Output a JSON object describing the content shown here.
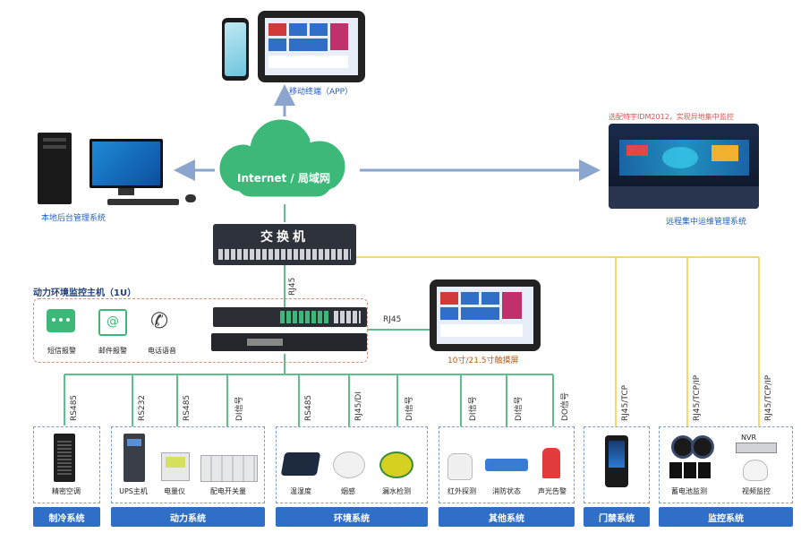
{
  "cloud": {
    "label": "Internet / 局域网"
  },
  "mobile": {
    "label": "移动终端（APP）"
  },
  "local_admin": {
    "label": "本地后台管理系统"
  },
  "remote": {
    "caption": "选配特宇IDM2012，实现异地集中监控",
    "label": "远程集中运维管理系统"
  },
  "switch": {
    "label": "交换机"
  },
  "links": {
    "rj45_switch": "RJ45",
    "rj45_touch": "RJ45"
  },
  "host": {
    "title": "动力环境监控主机（1U）",
    "sms": "短信报警",
    "email": "邮件报警",
    "phone": "电话语音"
  },
  "touch": {
    "label": "10寸/21.5寸触摸屏"
  },
  "protocols": {
    "rs485_1": "RS485",
    "rs232": "RS232",
    "rs485_2": "RS485",
    "di_1": "DI信号",
    "rs485_3": "RS485",
    "rj45_di": "RJ45/DI",
    "di_2": "DI信号",
    "di_3": "DI信号",
    "di_4": "DI信号",
    "do_1": "DO信号",
    "rj45_tcp": "RJ45/TCP",
    "rj45_tcpip_1": "RJ45/TCP/IP",
    "rj45_tcpip_2": "RJ45/TCP/IP"
  },
  "devices": {
    "ac": "精密空调",
    "ups": "UPS主机",
    "meter": "电量仪",
    "switchgear": "配电开关量",
    "th": "温湿度",
    "smoke": "烟感",
    "leak": "漏水检测",
    "ir": "红外探测",
    "fire": "消防状态",
    "alarm": "声光告警",
    "battery": "蓄电池监测",
    "video": "视频监控",
    "nvr": "NVR"
  },
  "systems": {
    "cooling": "制冷系统",
    "power": "动力系统",
    "env": "环境系统",
    "other": "其他系统",
    "access": "门禁系统",
    "monitor": "监控系统"
  },
  "colors": {
    "accent": "#2f6fc7",
    "green": "#3cb878",
    "line_green": "#5cc08a",
    "line_yellow": "#f2c84b",
    "arrow": "#8aa6cf"
  }
}
